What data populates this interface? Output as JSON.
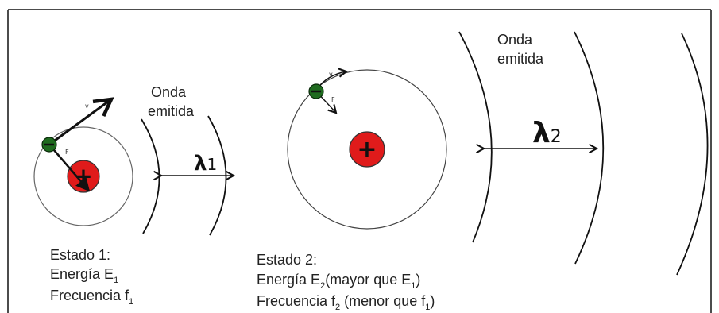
{
  "wave_label_1": [
    "Onda",
    "emitida"
  ],
  "wave_label_2": [
    "Onda",
    "emitida"
  ],
  "lambda_1": {
    "symbol": "λ",
    "index": "1"
  },
  "lambda_2": {
    "symbol": "λ",
    "index": "2"
  },
  "state_1": {
    "title": "Estado 1:",
    "energy_prefix": "Energía E",
    "energy_sub": "1",
    "freq_prefix": "Frecuencia f",
    "freq_sub": "1"
  },
  "state_2": {
    "title": "Estado 2:",
    "energy_prefix": "Energía E",
    "energy_sub": "2",
    "energy_note_prefix": "(mayor que E",
    "energy_note_sub": "1",
    "energy_note_suffix": ")",
    "freq_prefix": "Frecuencia f",
    "freq_sub": "2",
    "freq_note_prefix": " (menor que f",
    "freq_note_sub": "1",
    "freq_note_suffix": ")"
  },
  "vector_labels": {
    "velocity": "v",
    "force": "F"
  },
  "charges": {
    "electron": "−",
    "nucleus": "+"
  },
  "colors": {
    "nucleus": "#e01b1b",
    "electron": "#1f6b1f",
    "line": "#111111",
    "orbit": "#555555"
  }
}
